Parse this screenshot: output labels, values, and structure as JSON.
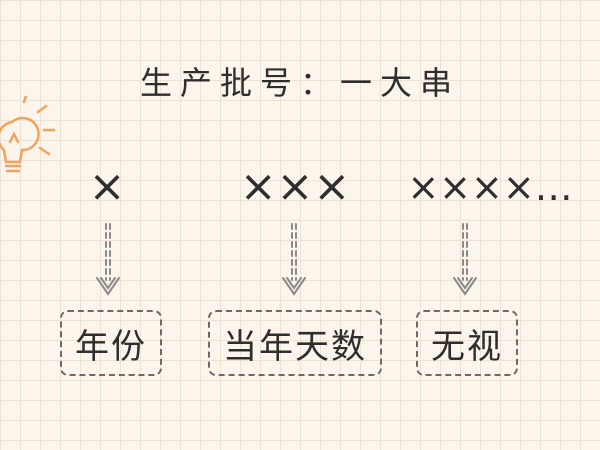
{
  "title": "生产批号：一大串",
  "segments": [
    {
      "code": "×",
      "label": "年份"
    },
    {
      "code": "×××",
      "label": "当年天数"
    },
    {
      "code": "××××…",
      "label": "无视"
    }
  ],
  "colors": {
    "background": "#fbf5ec",
    "grid": "#ece3d6",
    "text": "#2e2e2e",
    "dashed_border": "#6a6a6a",
    "arrow": "#8a8a8a",
    "bulb": "#f2a35e"
  },
  "icons": [
    "lightbulb-icon",
    "down-arrow-icon"
  ]
}
